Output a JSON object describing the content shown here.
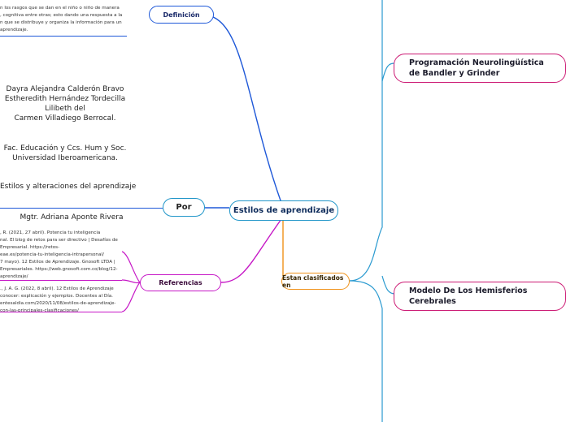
{
  "nodes": {
    "central": "Estilos de aprendizaje",
    "definicion": "Definición",
    "por": "Por",
    "referencias": "Referencias",
    "clasificados": "Estan clasificados en",
    "pnl": "Programación Neurolingüística de Bandler y Grinder",
    "hemisferios": "Modelo De Los Hemisferios Cerebrales"
  },
  "definicion_text": [
    "n los rasgos que se dan en el niño o niño de manera",
    ", cognitiva entre otras; esto dando una respuesta a la",
    "n que se distribuye y organiza la información para un",
    "aprendizaje."
  ],
  "authors": [
    "Dayra Alejandra Calderón Bravo",
    "Estheredith Hernández Tordecilla",
    "Lilibeth del",
    "Carmen Villadiego Berrocal."
  ],
  "faculty": [
    "Fac. Educación y Ccs. Hum y Soc.",
    "Universidad Iberoamericana."
  ],
  "course": "Estilos y alteraciones del aprendizaje",
  "teacher": "Mgtr. Adriana Aponte Rivera",
  "reference_1": [
    ", R. (2021, 27 abril). Potencia tu inteligencia",
    "nal. El blog de retos para ser directivo | Desafíos de",
    "Empresarial. https://retos-",
    "eae.es/potencia-tu-inteligencia-intrapersonal/",
    "7 mayo). 12 Estilos de Aprendizaje. Gnosoft LTDA |",
    "Empresariales. https://web.gnosoft.com.co/blog/12-",
    "aprendizaje/"
  ],
  "reference_2": [
    "., J. A. G. (2022, 8 abril). 12 Estilos de Aprendizaje",
    "conocer: explicación y ejemplos. Docentes al Día.",
    "entesaldia.com/2020/11/08/estilos-de-aprendizaje-",
    "con-las-principales-clasificaciones/"
  ],
  "colors": {
    "central": "#2196c9",
    "definicion": "#1e58d8",
    "referencias": "#c617c6",
    "clasificados": "#f0921a",
    "pnl": "#cc1a74",
    "hemisferios": "#cc1a74",
    "trunk": "#2a9ad0"
  }
}
